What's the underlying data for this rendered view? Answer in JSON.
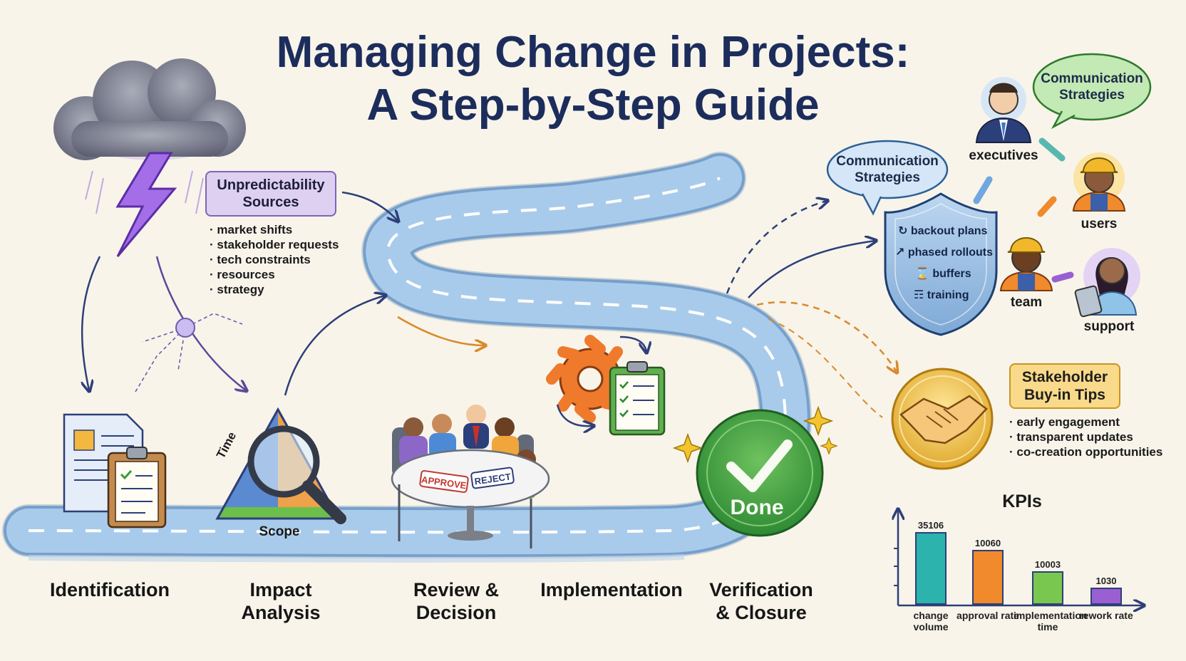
{
  "title": {
    "line1": "Managing Change in Projects:",
    "line2": "A Step-by-Step Guide"
  },
  "unpredictability": {
    "heading": "Unpredictability Sources",
    "items": [
      "market shifts",
      "stakeholder requests",
      "tech constraints",
      "resources",
      "strategy"
    ]
  },
  "steps": [
    {
      "label": "Identification"
    },
    {
      "label": "Impact Analysis"
    },
    {
      "label": "Review & Decision"
    },
    {
      "label": "Implementation"
    },
    {
      "label": "Verification & Closure"
    }
  ],
  "impact_triangle": {
    "side_label": "Time",
    "base_label": "Scope"
  },
  "stamps": {
    "approve": "APPROVE",
    "reject": "REJECT"
  },
  "done_badge": {
    "label": "Done"
  },
  "communication": {
    "bubble_left": "Communication Strategies",
    "bubble_right": "Communication Strategies"
  },
  "shield": {
    "items": [
      {
        "icon": "refresh-icon",
        "label": "backout plans"
      },
      {
        "icon": "stairs-icon",
        "label": "phased rollouts"
      },
      {
        "icon": "hourglass-icon",
        "label": "buffers"
      },
      {
        "icon": "book-icon",
        "label": "training"
      }
    ]
  },
  "stakeholders": {
    "executives": "executives",
    "users": "users",
    "team": "team",
    "support": "support"
  },
  "buy_in": {
    "heading": "Stakeholder Buy-in Tips",
    "items": [
      "early engagement",
      "transparent updates",
      "co-creation opportunities"
    ]
  },
  "colors": {
    "title": "#1c2d5c",
    "road": "#8fb6dc",
    "done_green": "#3e9a3e",
    "kpi_change_volume": "#2cb3ad",
    "kpi_approval_rate": "#f08a2c",
    "kpi_implementation_time": "#7ac74f",
    "kpi_rework_rate": "#9a5fd0"
  },
  "chart_data": {
    "type": "bar",
    "title": "KPIs",
    "categories": [
      "change volume",
      "approval rate",
      "implementation time",
      "rework rate"
    ],
    "value_labels": [
      "35106",
      "10060",
      "10003",
      "1030"
    ],
    "values": [
      100,
      75,
      45,
      22
    ],
    "xlabel": "",
    "ylabel": "",
    "grid": false
  }
}
